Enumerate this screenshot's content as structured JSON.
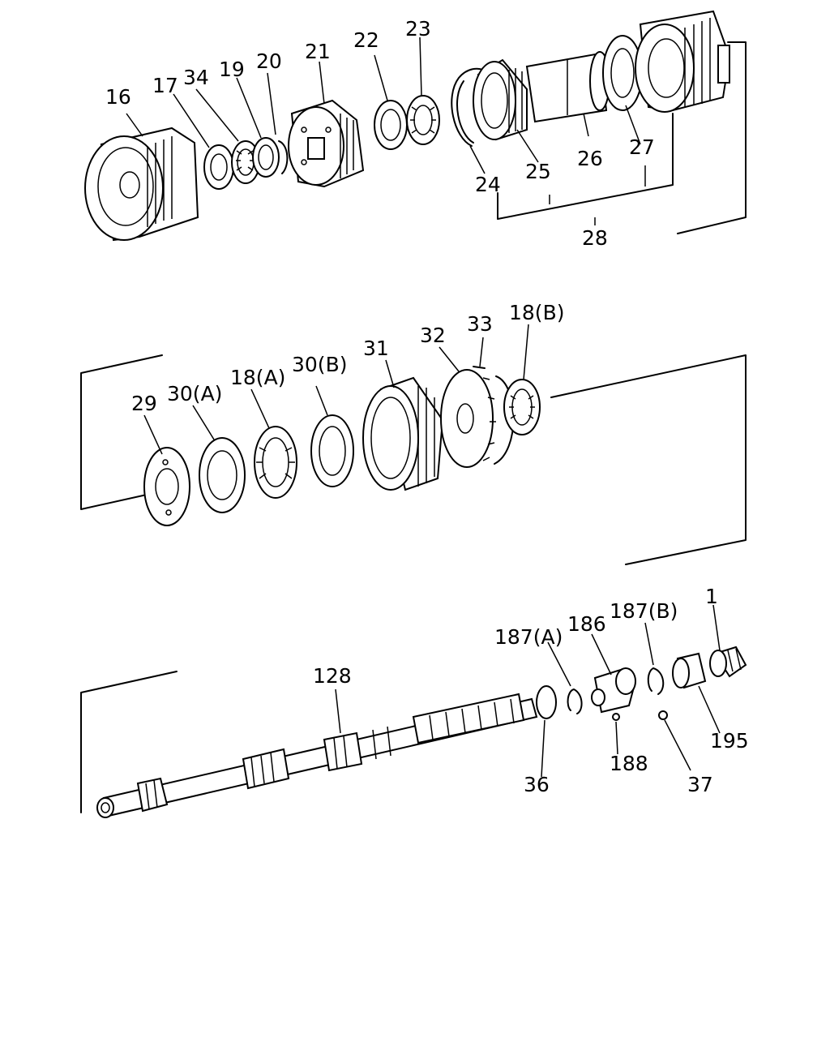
{
  "labels": {
    "l16": "16",
    "l17": "17",
    "l34": "34",
    "l19": "19",
    "l20": "20",
    "l21": "21",
    "l22": "22",
    "l23": "23",
    "l24": "24",
    "l25": "25",
    "l26": "26",
    "l27": "27",
    "l28": "28",
    "l29": "29",
    "l30a": "30(A)",
    "l18a": "18(A)",
    "l30b": "30(B)",
    "l31": "31",
    "l32": "32",
    "l33": "33",
    "l18b": "18(B)",
    "l128": "128",
    "l187a": "187(A)",
    "l186": "186",
    "l187b": "187(B)",
    "l1": "1",
    "l36": "36",
    "l188": "188",
    "l37": "37",
    "l195": "195"
  }
}
